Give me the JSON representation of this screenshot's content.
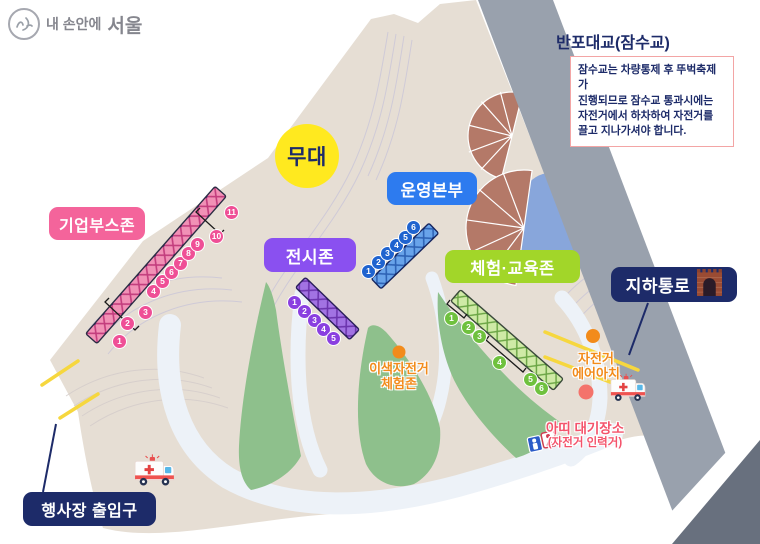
{
  "logo": {
    "text_small": "내 손안에",
    "text_big": "서울"
  },
  "bridge": {
    "title": "반포대교(잠수교)",
    "notice": "잠수교는 차량통제 후 뚜벅축제가\n진행되므로 잠수교 통과시에는\n자전거에서 하차하여 자전거를\n끌고 지나가셔야 합니다."
  },
  "labels": {
    "stage": "무대",
    "hq": "운영본부",
    "corporate_booth_zone": "기업부스존",
    "exhibition_zone": "전시존",
    "experience_education_zone": "체험·교육존",
    "underground_passage": "지하통로",
    "event_entrance": "행사장 출입구",
    "unique_bike_zone": "이색자전거\n체험존",
    "bike_air_arch": "자전거\n에어아치",
    "atti_waiting": "아띠 대기장소",
    "atti_waiting_sub": "(자전거 인력거)"
  },
  "booth_numbers": {
    "corporate": [
      "1",
      "2",
      "3",
      "4",
      "5",
      "6",
      "7",
      "8",
      "9",
      "10",
      "11"
    ],
    "exhibition": [
      "1",
      "2",
      "3",
      "4",
      "5",
      "6"
    ],
    "experience": [
      "1",
      "2",
      "3",
      "4",
      "5",
      "6"
    ]
  },
  "colors": {
    "stage_bg": "#ffe91f",
    "hq_bg": "#2d7bef",
    "corporate_bg": "#f4649b",
    "exhibition_bg": "#8a50f0",
    "experience_bg": "#a2d629",
    "navy": "#1d2b69",
    "terrain": "#e6ded4",
    "grass": "#8ec08c",
    "road": "#99a1ad",
    "poi_orange": "#f28b1b",
    "poi_red": "#f4536b",
    "highlight_yellow": "#f6d73e"
  }
}
